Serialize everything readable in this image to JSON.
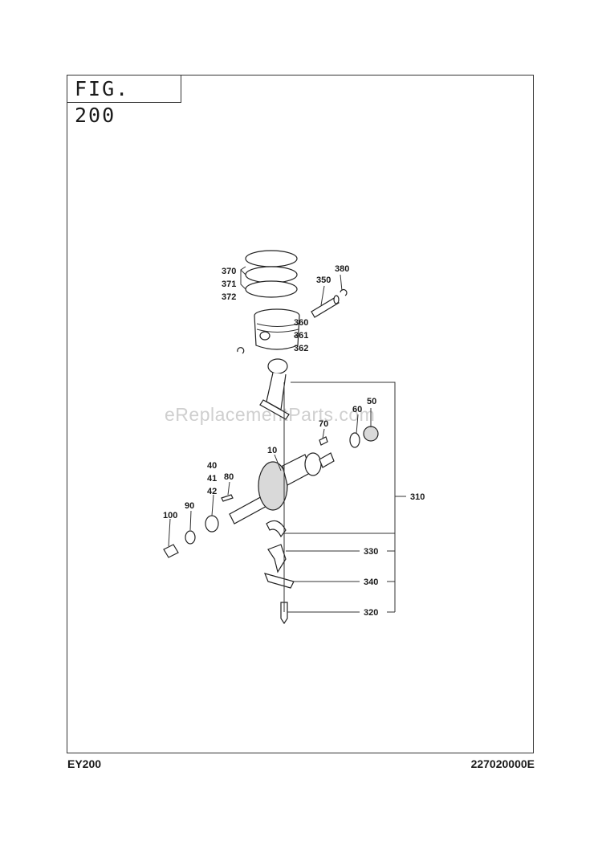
{
  "figure": {
    "title": "FIG. 200"
  },
  "footer": {
    "model": "EY200",
    "code": "227020000E"
  },
  "watermark": {
    "text": "eReplacementParts.com"
  },
  "callouts": [
    {
      "id": "370",
      "text": "370"
    },
    {
      "id": "371",
      "text": "371"
    },
    {
      "id": "372",
      "text": "372"
    },
    {
      "id": "350",
      "text": "350"
    },
    {
      "id": "380",
      "text": "380"
    },
    {
      "id": "360",
      "text": "360"
    },
    {
      "id": "361",
      "text": "361"
    },
    {
      "id": "362",
      "text": "362"
    },
    {
      "id": "50",
      "text": "50"
    },
    {
      "id": "60",
      "text": "60"
    },
    {
      "id": "70",
      "text": "70"
    },
    {
      "id": "10",
      "text": "10"
    },
    {
      "id": "40",
      "text": "40"
    },
    {
      "id": "41",
      "text": "41"
    },
    {
      "id": "42",
      "text": "42"
    },
    {
      "id": "80",
      "text": "80"
    },
    {
      "id": "90",
      "text": "90"
    },
    {
      "id": "100",
      "text": "100"
    },
    {
      "id": "310",
      "text": "310"
    },
    {
      "id": "330",
      "text": "330"
    },
    {
      "id": "340",
      "text": "340"
    },
    {
      "id": "320",
      "text": "320"
    }
  ]
}
